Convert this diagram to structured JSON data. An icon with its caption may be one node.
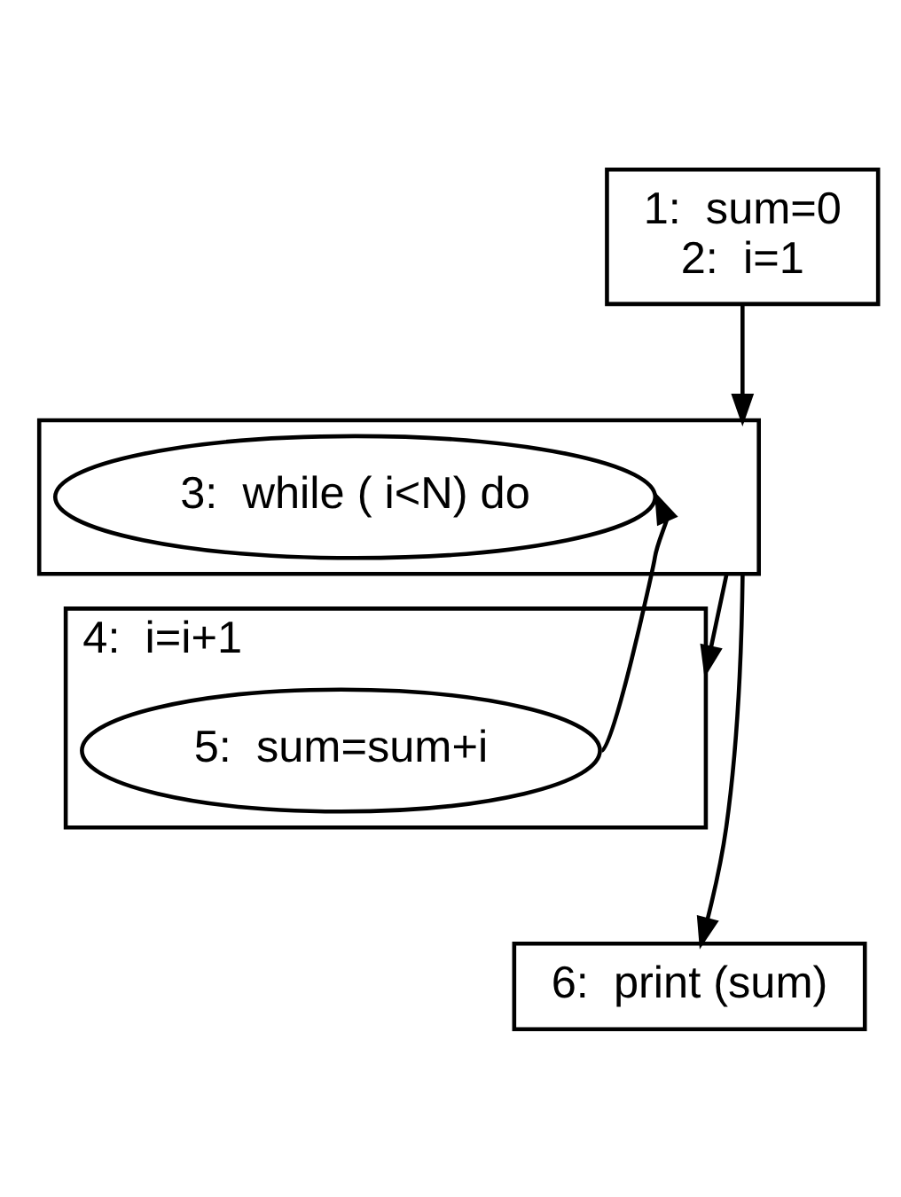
{
  "diagram": {
    "nodes": [
      {
        "text": [
          "1:  sum=0",
          "2:  i=1"
        ]
      },
      {
        "text": [],
        "shape": "box"
      },
      {
        "text": [
          "3:  while ( i<N) do"
        ],
        "in": 1
      },
      {
        "text": [
          "4:  i=i+1"
        ]
      },
      {
        "text": [
          "5:  sum=sum+i"
        ],
        "in": 3
      },
      {
        "text": [
          "6:  print (sum)"
        ]
      }
    ],
    "edges": [
      {
        "from": 0,
        "to": 1,
        "arrow": "to"
      },
      {
        "from": 1,
        "to": 3,
        "arrow": "to"
      },
      {
        "from": 4,
        "to": 2,
        "arrow": "to"
      },
      {
        "from": 1,
        "to": 5,
        "arrow": "to"
      }
    ]
  }
}
